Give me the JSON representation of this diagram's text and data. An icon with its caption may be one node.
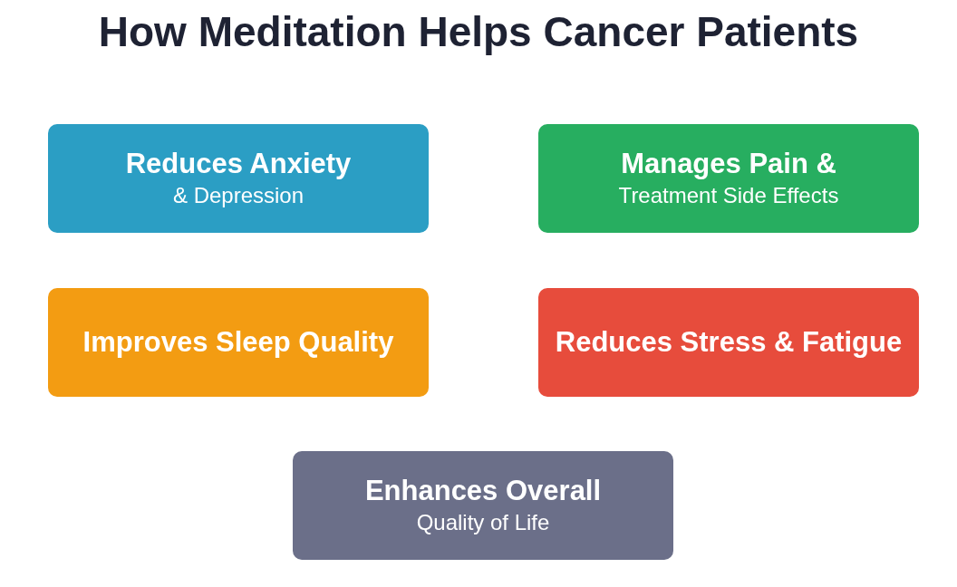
{
  "diagram": {
    "title": "How Meditation Helps Cancer Patients",
    "nodes": [
      {
        "text": [
          "Reduces Anxiety",
          "& Depression"
        ]
      },
      {
        "text": [
          "Manages Pain &",
          "Treatment Side Effects"
        ]
      },
      {
        "text": [
          "Improves Sleep Quality"
        ]
      },
      {
        "text": [
          "Reduces Stress & Fatigue"
        ]
      },
      {
        "text": [
          "Enhances Overall",
          "Quality of Life"
        ]
      }
    ]
  }
}
